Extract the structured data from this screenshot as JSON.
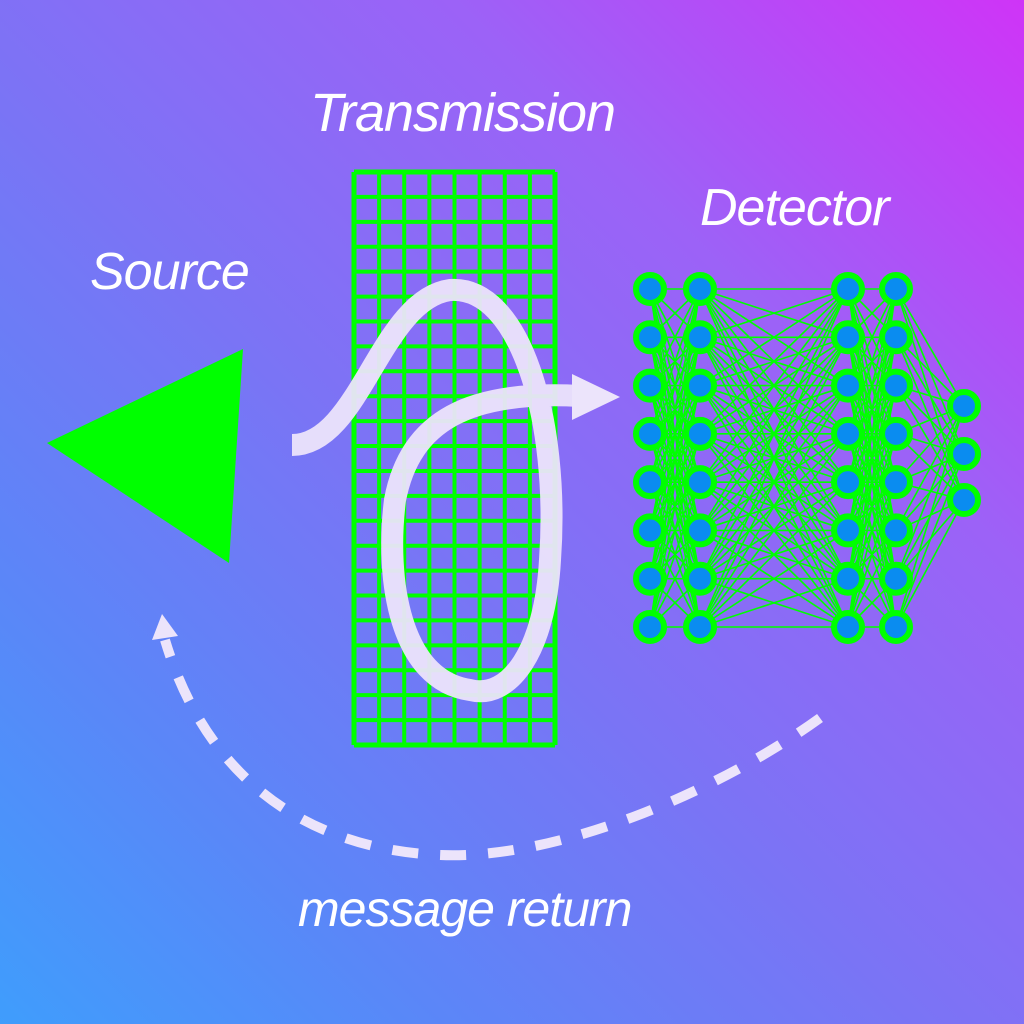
{
  "labels": {
    "source": "Source",
    "transmission": "Transmission",
    "detector": "Detector",
    "return": "message return"
  },
  "colors": {
    "accent_green": "#00ff00",
    "node_fill": "#0a8cf0",
    "path_white": "#ece4fb",
    "gradient_top_right": "#cf34f7",
    "gradient_bottom_left": "#3f9dfc"
  },
  "network": {
    "layer_sizes": [
      8,
      8,
      8,
      8,
      3
    ]
  },
  "grid": {
    "columns": 8,
    "rows": 23
  }
}
